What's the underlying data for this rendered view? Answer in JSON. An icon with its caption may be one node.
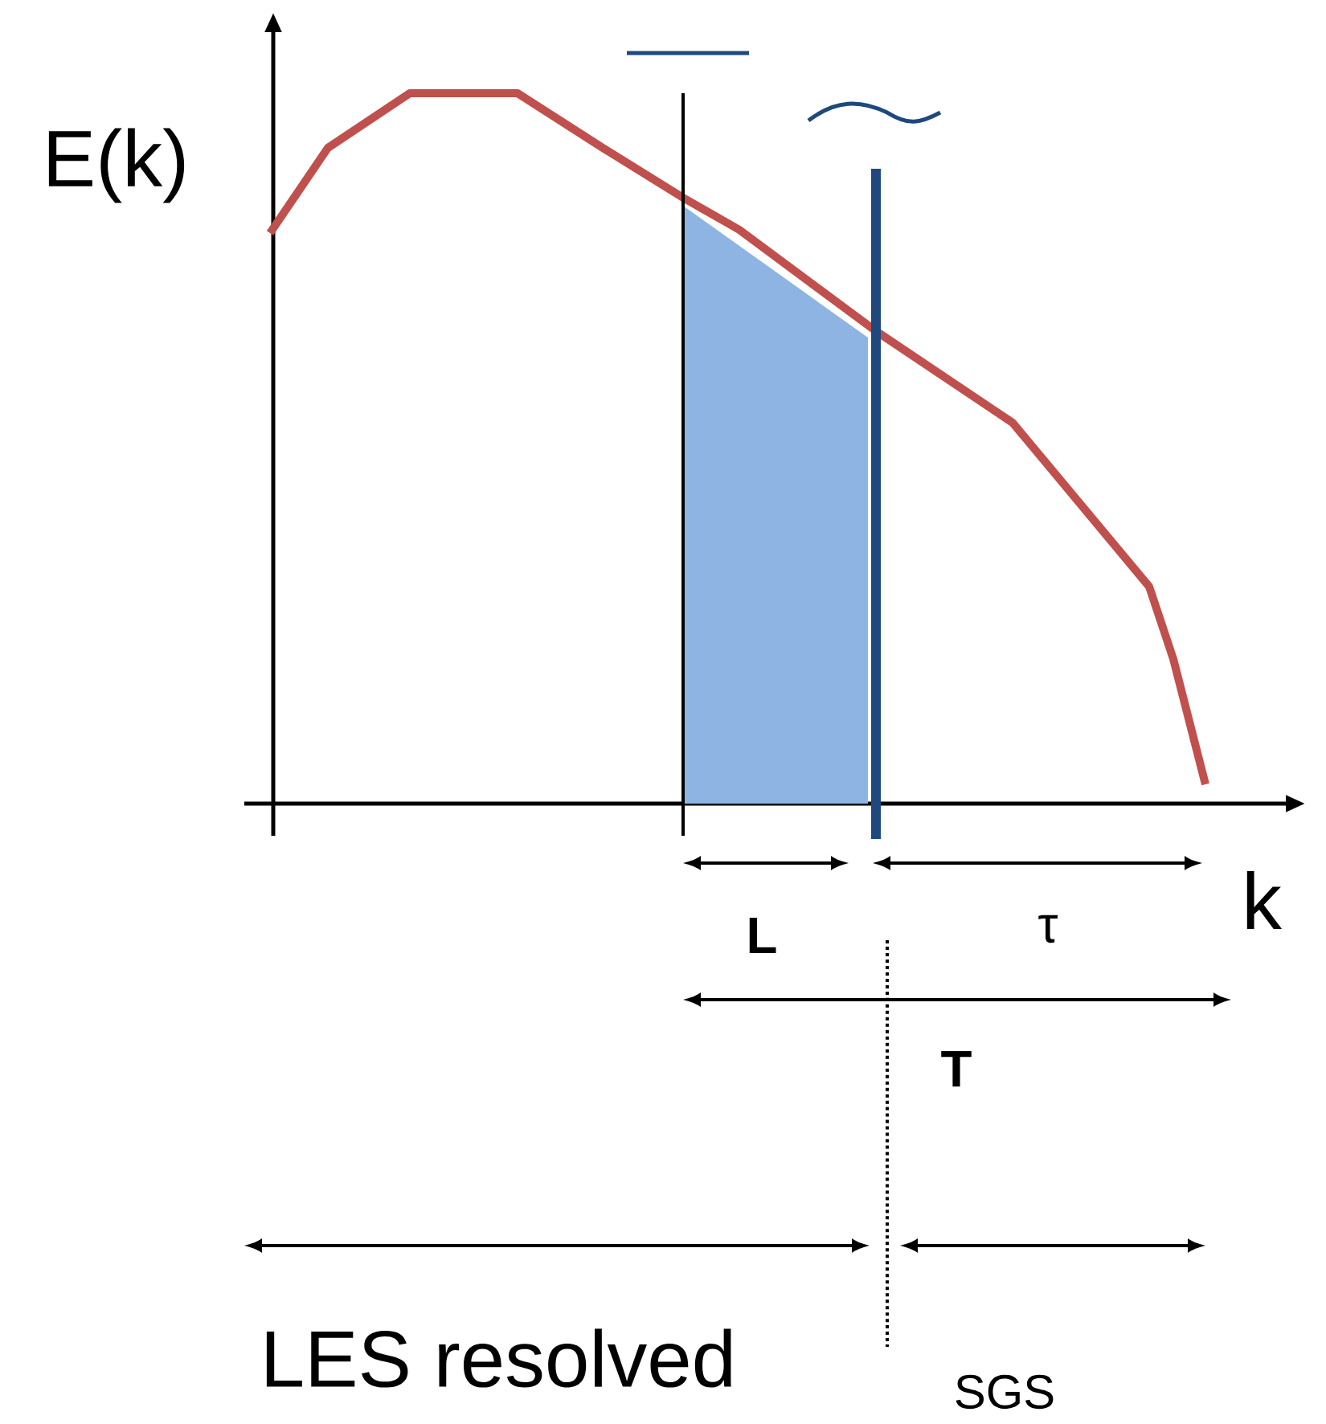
{
  "diagram": {
    "labels": [
      "E(k)",
      "k",
      "L",
      "τ",
      "T",
      "LES resolved",
      "SGS"
    ]
  }
}
